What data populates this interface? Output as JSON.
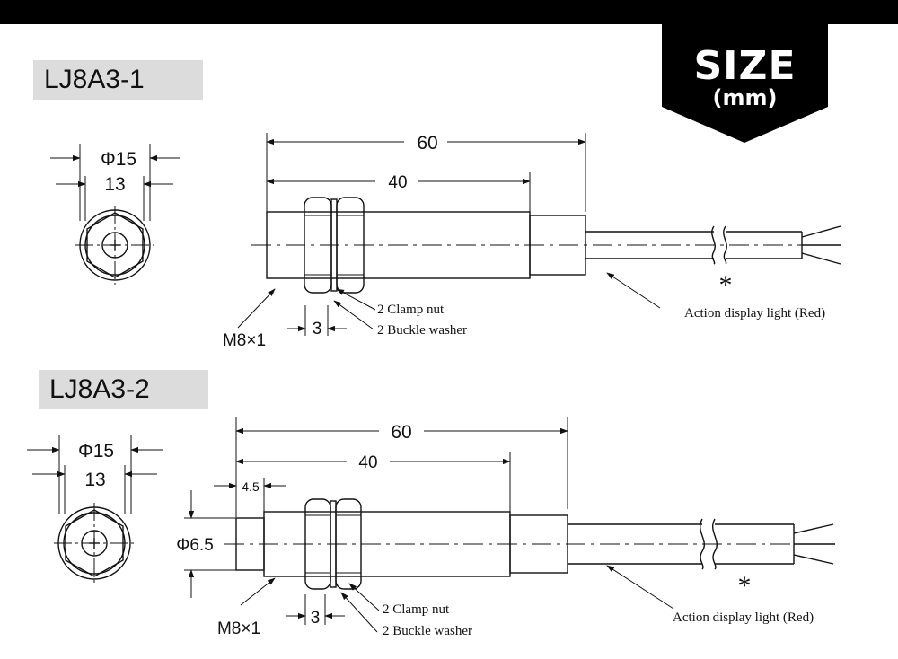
{
  "badge": {
    "title": "SIZE",
    "unit": "(mm)"
  },
  "models": [
    {
      "label": "LJ8A3-1",
      "end_view": {
        "outer_dia": "Φ15",
        "inner_dia": "13"
      },
      "side_view": {
        "total_length": "60",
        "body_length": "40",
        "thread": "M8×1",
        "nut_thickness": "3",
        "clamp_nut": "2 Clamp nut",
        "washer": "2 Buckle washer",
        "marker": "*",
        "indicator": "Action display light (Red)"
      }
    },
    {
      "label": "LJ8A3-2",
      "end_view": {
        "outer_dia": "Φ15",
        "inner_dia": "13"
      },
      "side_view": {
        "total_length": "60",
        "body_length": "40",
        "head_length": "4.5",
        "head_dia": "Φ6.5",
        "thread": "M8×1",
        "nut_thickness": "3",
        "clamp_nut": "2 Clamp nut",
        "washer": "2 Buckle washer",
        "marker": "*",
        "indicator": "Action display light (Red)"
      }
    }
  ]
}
